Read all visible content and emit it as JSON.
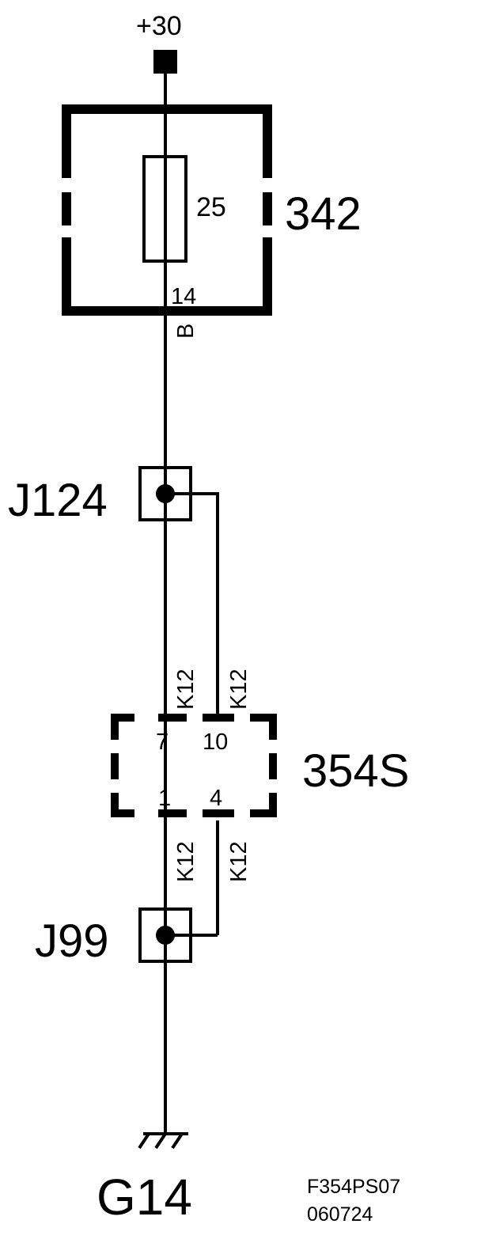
{
  "supply": {
    "label": "+30"
  },
  "fuse_box": {
    "id": "342",
    "fuse_rating": "25",
    "pin": "14",
    "wire_color": "B"
  },
  "junction_top": {
    "id": "J124"
  },
  "connector": {
    "id": "354S",
    "pins": {
      "top_left": "7",
      "top_right": "10",
      "bottom_left": "1",
      "bottom_right": "4"
    },
    "wire_codes": {
      "top_left": "K12",
      "top_right": "K12",
      "bottom_left": "K12",
      "bottom_right": "K12"
    }
  },
  "junction_bottom": {
    "id": "J99"
  },
  "ground": {
    "id": "G14"
  },
  "drawing": {
    "code": "F354PS07",
    "date": "060724"
  },
  "colors": {
    "ink": "#000000",
    "background": "#ffffff"
  }
}
